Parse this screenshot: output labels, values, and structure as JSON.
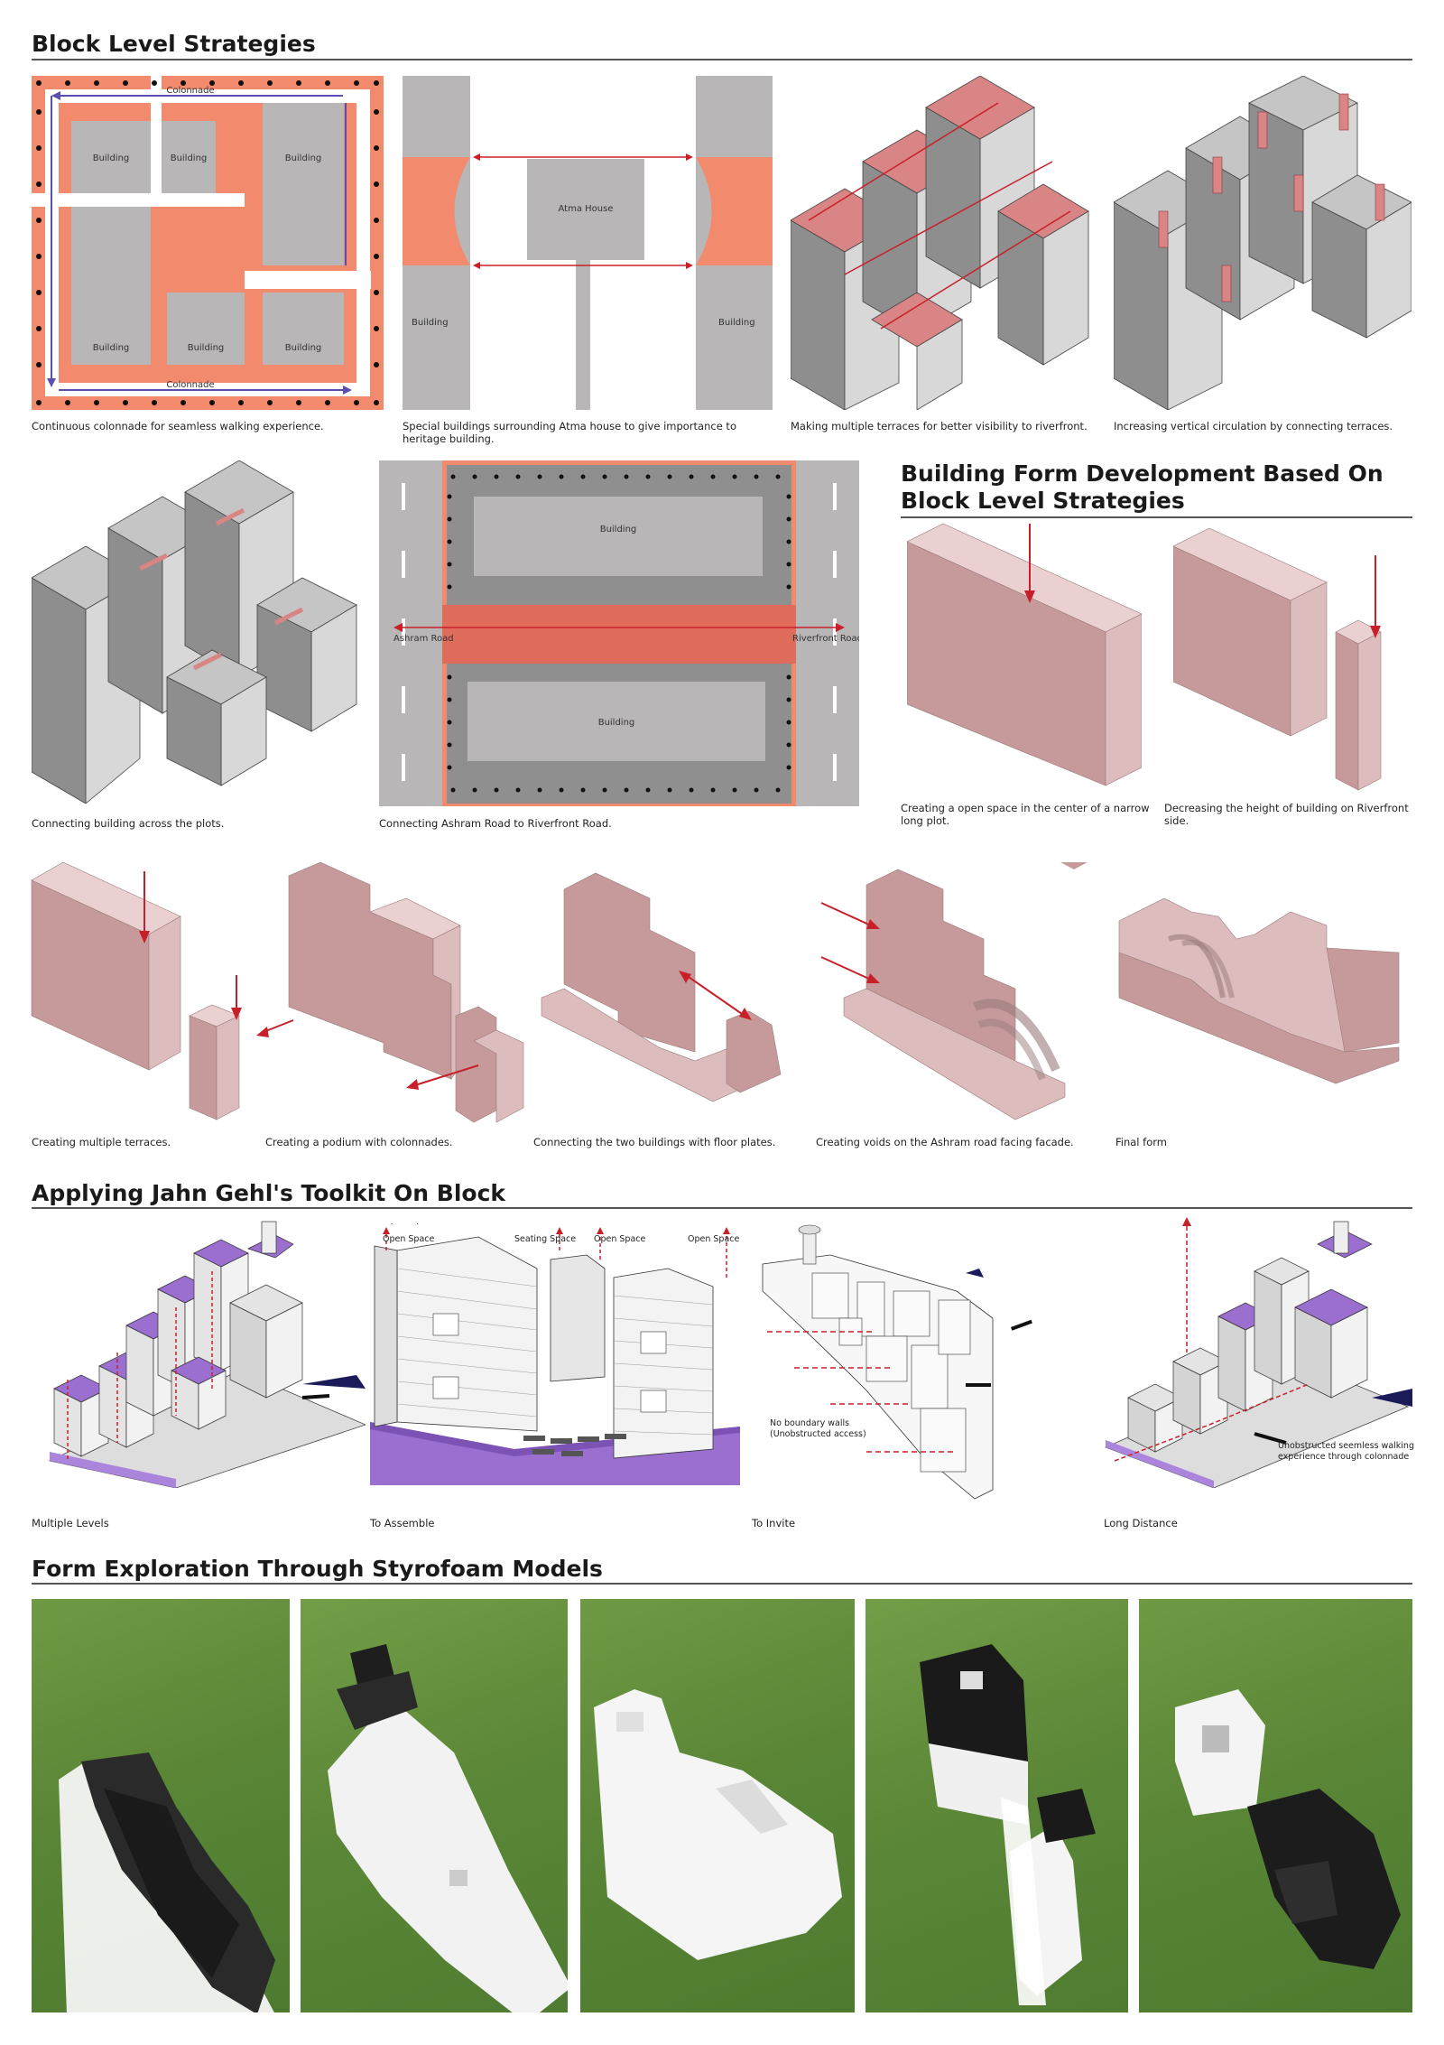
{
  "sections": {
    "block_level": "Block Level Strategies",
    "form_dev": "Building Form Development Based On Block Level Strategies",
    "gehl": "Applying Jahn Gehl's Toolkit On Block",
    "styrofoam": "Form Exploration Through Styrofoam Models"
  },
  "block_captions": [
    "Continuous colonnade for seamless walking experience.",
    "Special buildings surrounding Atma house to give importance to heritage building.",
    "Making multiple terraces for better visibility to riverfront.",
    "Increasing vertical circulation by connecting terraces.",
    "Connecting building across the plots.",
    "Connecting Ashram Road to Riverfront Road."
  ],
  "form_captions": [
    "Creating a open space in the center of a narrow long plot.",
    "Decreasing the height of building on Riverfront side.",
    "Creating multiple terraces.",
    "Creating a podium with colonnades.",
    "Connecting the two buildings with floor plates.",
    "Creating voids on the Ashram road facing facade.",
    "Final form"
  ],
  "diagram_labels": {
    "colonnade": "Colonnade",
    "building": "Building",
    "atma_house": "Atma House",
    "ashram_road": "Ashram Road",
    "riverfront_road": "Riverfront Road"
  },
  "gehl_labels": {
    "open_space": "Open Space",
    "seating_space": "Seating Space",
    "no_boundary": "No boundary walls",
    "unobstructed_access": "(Unobstructed access)",
    "colonnade_note_1": "Unobstructed seemless walking",
    "colonnade_note_2": "experience through colonnade"
  },
  "gehl_captions": [
    "Multiple Levels",
    "To Assemble",
    "To Invite",
    "Long Distance"
  ],
  "colors": {
    "salmon": "#f28b6e",
    "grey_building": "#b8b6b6",
    "pink_mass": "#d9b3b3",
    "arrow_red": "#c8202a",
    "arrow_blue": "#5a4fb0",
    "purple_ground": "#9b6fd0",
    "grass": "#5e8a3a"
  }
}
